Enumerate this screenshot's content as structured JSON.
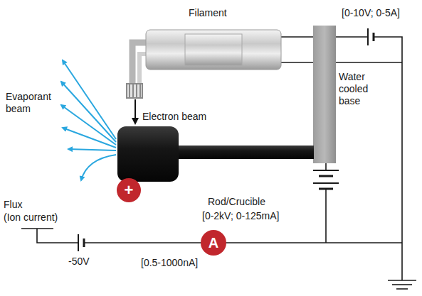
{
  "diagram": {
    "nodes": [
      {
        "text": [
          "+"
        ]
      },
      {
        "text": [
          "A"
        ]
      }
    ],
    "labels": [
      "Filament",
      "[0-10V; 0-5A]",
      "Water cooled base",
      "Electron beam",
      "Evaporant beam",
      "Rod/Crucible",
      "[0-2kV; 0-125mA]",
      "Flux",
      "(Ion current)",
      "-50V",
      "[0.5-1000nA]"
    ]
  }
}
